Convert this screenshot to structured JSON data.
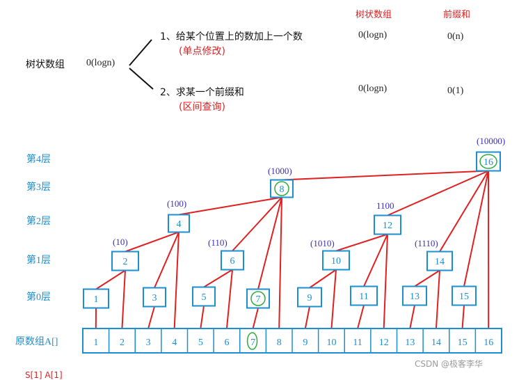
{
  "header": {
    "col1": "树状数组",
    "col2": "前缀和"
  },
  "intro": {
    "title": "树状数组",
    "title_complexity": "0(logn)",
    "ops": [
      {
        "label": "1、给某个位置上的数加上一个数",
        "sub": "(单点修改)",
        "c1": "0(logn)",
        "c2": "0(n)"
      },
      {
        "label": "2、求某一个前缀和",
        "sub": "(区间查询)",
        "c1": "0(logn)",
        "c2": "0(1)"
      }
    ]
  },
  "levels": [
    "第4层",
    "第3层",
    "第2层",
    "第1层",
    "第0层"
  ],
  "array_label": "原数组A[]",
  "nodes": [
    {
      "id": 1,
      "label": "1"
    },
    {
      "id": 2,
      "label": "2",
      "bin": "(10)"
    },
    {
      "id": 3,
      "label": "3"
    },
    {
      "id": 4,
      "label": "4",
      "bin": "(100)"
    },
    {
      "id": 5,
      "label": "5"
    },
    {
      "id": 6,
      "label": "6",
      "bin": "(110)"
    },
    {
      "id": 7,
      "label": "7",
      "circled": true
    },
    {
      "id": 8,
      "label": "8",
      "bin": "(1000)",
      "circled": true
    },
    {
      "id": 9,
      "label": "9"
    },
    {
      "id": 10,
      "label": "10",
      "bin": "(1010)"
    },
    {
      "id": 11,
      "label": "11"
    },
    {
      "id": 12,
      "label": "12",
      "bin": "1100"
    },
    {
      "id": 13,
      "label": "13"
    },
    {
      "id": 14,
      "label": "14",
      "bin": "(1110)"
    },
    {
      "id": 15,
      "label": "15"
    },
    {
      "id": 16,
      "label": "16",
      "bin": "(10000)",
      "circled": true
    }
  ],
  "array_cells": [
    "1",
    "2",
    "3",
    "4",
    "5",
    "6",
    "7",
    "8",
    "9",
    "10",
    "11",
    "12",
    "13",
    "14",
    "15",
    "16"
  ],
  "circled_array_cell": 7,
  "colors": {
    "node_border": "#1b8fd1",
    "edge": "#e02020",
    "circle": "#2eaa3c",
    "bin_label": "#3a2fb0"
  },
  "watermark": "CSDN @极客李华",
  "footer_fragment": "S[1]    A[1]"
}
